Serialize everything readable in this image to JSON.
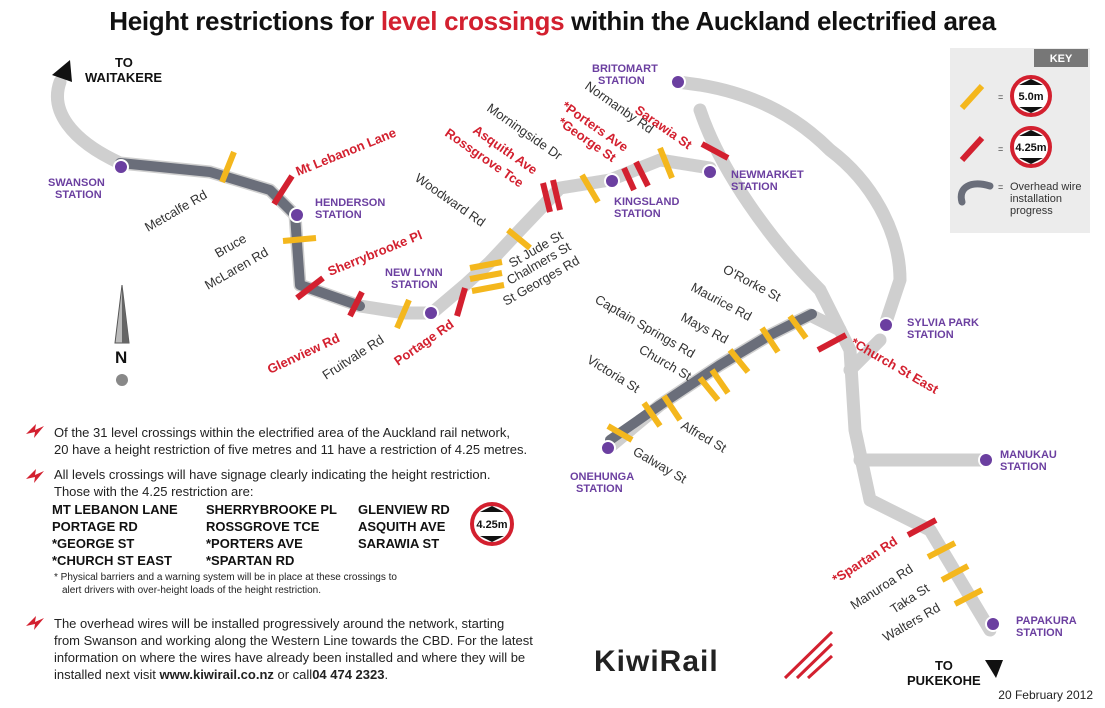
{
  "title": {
    "part1": "Height restrictions for ",
    "highlight": "level crossings",
    "part2": " within the Auckland electrified area"
  },
  "colors": {
    "restriction_red": "#d3202f",
    "standard_yellow": "#f4b71d",
    "station_purple": "#6b3fa0",
    "line_grey": "#cfcfcf",
    "progress_dark": "#6a6e7a"
  },
  "stations": [
    {
      "id": "swanson",
      "lines": [
        "SWANSON",
        "STATION"
      ]
    },
    {
      "id": "henderson",
      "lines": [
        "HENDERSON",
        "STATION"
      ]
    },
    {
      "id": "newlynn",
      "lines": [
        "NEW LYNN",
        "STATION"
      ]
    },
    {
      "id": "kingsland",
      "lines": [
        "KINGSLAND",
        "STATION"
      ]
    },
    {
      "id": "britomart",
      "lines": [
        "BRITOMART",
        "STATION"
      ]
    },
    {
      "id": "newmarket",
      "lines": [
        "NEWMARKET",
        "STATION"
      ]
    },
    {
      "id": "sylvia",
      "lines": [
        "SYLVIA PARK",
        "STATION"
      ]
    },
    {
      "id": "onehunga",
      "lines": [
        "ONEHUNGA",
        "STATION"
      ]
    },
    {
      "id": "manukau",
      "lines": [
        "MANUKAU",
        "STATION"
      ]
    },
    {
      "id": "papakura",
      "lines": [
        "PAPAKURA",
        "STATION"
      ]
    }
  ],
  "destinations": {
    "waitakere": [
      "TO",
      "WAITAKERE"
    ],
    "pukekohe": [
      "TO",
      "PUKEKOHE"
    ]
  },
  "crossings_red": [
    "Mt Lebanon Lane",
    "Sherrybrooke Pl",
    "Glenview Rd",
    "Portage Rd",
    "Rossgrove Tce",
    "Asquith Ave",
    "*George St",
    "*Porters Ave",
    "Sarawia St",
    "*Church St East",
    "*Spartan Rd"
  ],
  "crossings_yellow": [
    "Metcalfe Rd",
    "Bruce",
    "McLaren Rd",
    "Fruitvale Rd",
    "Woodward Rd",
    "St Jude St",
    "Chalmers St",
    "St Georges Rd",
    "Morningside Dr",
    "Normanby Rd",
    "O'Rorke St",
    "Maurice Rd",
    "Mays Rd",
    "Captain Springs Rd",
    "Church St",
    "Victoria St",
    "Alfred St",
    "Galway St",
    "Manuroa Rd",
    "Taka St",
    "Walters Rd"
  ],
  "compass": "N",
  "key": {
    "header": "KEY",
    "eq": "=",
    "sign1": "5.0m",
    "sign2": "4.25m",
    "wire_lines": [
      "Overhead wire",
      "installation",
      "progress"
    ]
  },
  "notes": {
    "p1": [
      "Of the 31 level crossings within the electrified area of the Auckland rail network,",
      "20 have a height restriction of five metres and 11 have a restriction of 4.25 metres."
    ],
    "p2": [
      "All levels crossings will have signage clearly indicating the height restriction.",
      "Those with the 4.25 restriction are:"
    ],
    "restricted_list": [
      "MT LEBANON LANE",
      "SHERRYBROOKE PL",
      "GLENVIEW RD",
      "PORTAGE RD",
      "ROSSGROVE TCE",
      "ASQUITH AVE",
      "*GEORGE ST",
      "*PORTERS AVE",
      "SARAWIA ST",
      "*CHURCH ST EAST",
      "*SPARTAN RD"
    ],
    "sign_label": "4.25m",
    "footnote": [
      "* Physical barriers and a warning system will be in place at these crossings to",
      "alert drivers with over-height loads of the height restriction."
    ],
    "p3_lines": [
      "The overhead wires will be installed progressively around the network, starting",
      "from Swanson and working along the Western Line towards the CBD. For the latest",
      "information on where the wires have already been installed and where they will be"
    ],
    "p3_last_pre": "installed next visit ",
    "p3_url": "www.kiwirail.co.nz",
    "p3_mid": " or call",
    "p3_phone": "04 474 2323",
    "p3_end": "."
  },
  "logo": "KiwiRail",
  "date": "20 February 2012"
}
